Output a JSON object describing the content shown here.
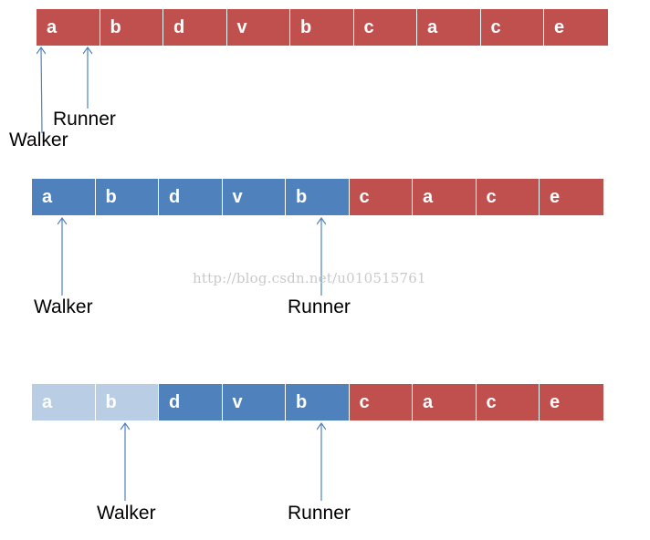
{
  "colors": {
    "red": "#c0504d",
    "blue": "#4f81bd",
    "light_blue": "#b9cde5"
  },
  "rows": [
    {
      "cells": [
        {
          "letter": "a",
          "state": "red"
        },
        {
          "letter": "b",
          "state": "red"
        },
        {
          "letter": "d",
          "state": "red"
        },
        {
          "letter": "v",
          "state": "red"
        },
        {
          "letter": "b",
          "state": "red"
        },
        {
          "letter": "c",
          "state": "red"
        },
        {
          "letter": "a",
          "state": "red"
        },
        {
          "letter": "c",
          "state": "red"
        },
        {
          "letter": "e",
          "state": "red"
        }
      ],
      "walker_label": "Walker",
      "walker_index": 0,
      "runner_label": "Runner",
      "runner_index": 1
    },
    {
      "cells": [
        {
          "letter": "a",
          "state": "blue"
        },
        {
          "letter": "b",
          "state": "blue"
        },
        {
          "letter": "d",
          "state": "blue"
        },
        {
          "letter": "v",
          "state": "blue"
        },
        {
          "letter": "b",
          "state": "blue"
        },
        {
          "letter": "c",
          "state": "red"
        },
        {
          "letter": "a",
          "state": "red"
        },
        {
          "letter": "c",
          "state": "red"
        },
        {
          "letter": "e",
          "state": "red"
        }
      ],
      "walker_label": "Walker",
      "walker_index": 0,
      "runner_label": "Runner",
      "runner_index": 4
    },
    {
      "cells": [
        {
          "letter": "a",
          "state": "light_blue"
        },
        {
          "letter": "b",
          "state": "light_blue"
        },
        {
          "letter": "d",
          "state": "blue"
        },
        {
          "letter": "v",
          "state": "blue"
        },
        {
          "letter": "b",
          "state": "blue"
        },
        {
          "letter": "c",
          "state": "red"
        },
        {
          "letter": "a",
          "state": "red"
        },
        {
          "letter": "c",
          "state": "red"
        },
        {
          "letter": "e",
          "state": "red"
        }
      ],
      "walker_label": "Walker",
      "walker_index": 1,
      "runner_label": "Runner",
      "runner_index": 4
    }
  ],
  "watermark": "http://blog.csdn.net/u010515761"
}
